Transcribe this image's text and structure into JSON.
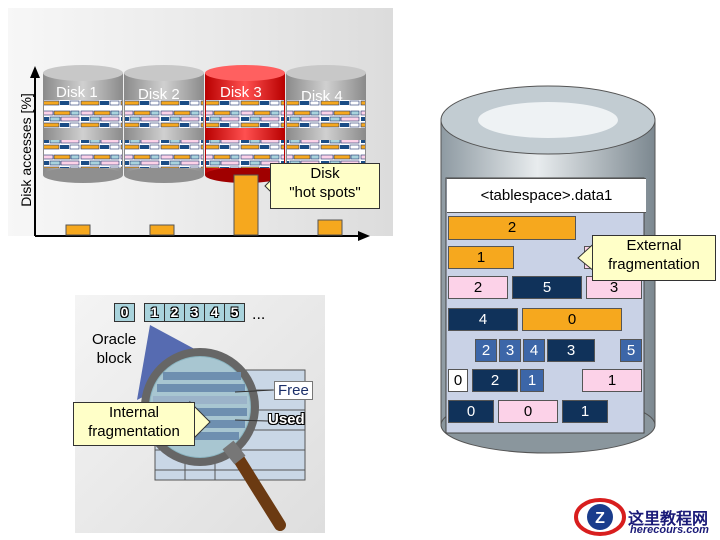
{
  "top_left": {
    "y_axis_label": "Disk accesses [%]",
    "disks": [
      "Disk  1",
      "Disk  2",
      "Disk  3",
      "Disk  4"
    ],
    "access_levels": [
      0.1,
      0.1,
      0.6,
      0.15
    ],
    "callout": "Disk\n\"hot spots\""
  },
  "bottom_left": {
    "block_numbers": [
      "0",
      "1",
      "2",
      "3",
      "4",
      "5"
    ],
    "ellipsis": "...",
    "oracle_block": "Oracle\nblock",
    "free_label": "Free",
    "used_label": "Used",
    "callout": "Internal\nfragmentation"
  },
  "right": {
    "tablespace_label": "<tablespace>.data1",
    "callout": "External\nfragmentation",
    "segments": [
      "2",
      "1",
      "2",
      "5",
      "3",
      "4",
      "0",
      "2",
      "3",
      "4",
      "3",
      "5",
      "0",
      "2",
      "1",
      "1",
      "0",
      "0",
      "1"
    ]
  },
  "watermark": {
    "title": "这里教程网",
    "url": "herecours.com"
  },
  "colors": {
    "hot_disk": "#e8161a",
    "disk": "#a9a9a9",
    "segment_orange": "#f6a81e",
    "segment_pink": "#fcd2e8",
    "segment_navy": "#10325a",
    "callout_fill": "#ffffc8"
  }
}
